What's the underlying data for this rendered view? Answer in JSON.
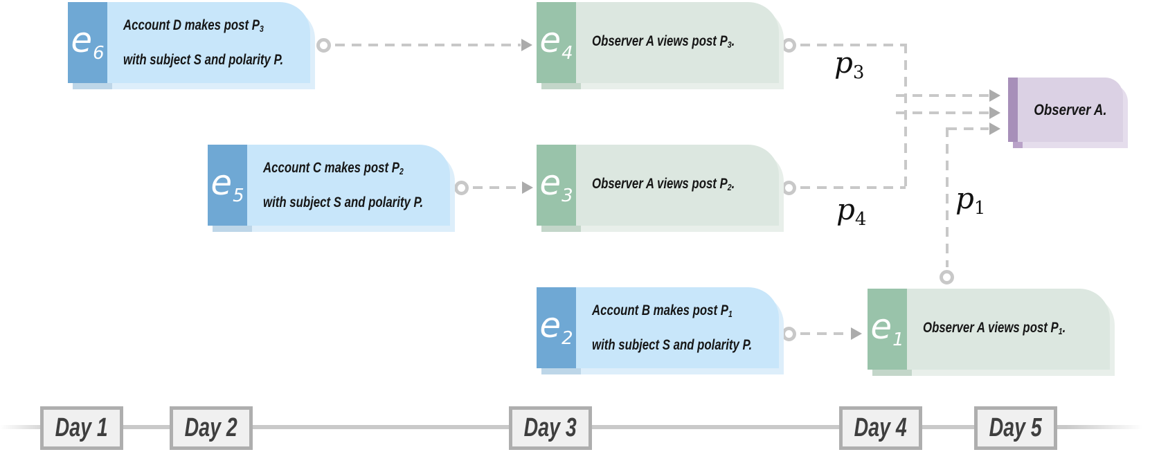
{
  "cards": {
    "e6": {
      "id_base": "e",
      "id_sub": "6",
      "line1_pre": "Account D makes post P",
      "line1_sub": "3",
      "line2": "with subject S and polarity P."
    },
    "e5": {
      "id_base": "e",
      "id_sub": "5",
      "line1_pre": "Account C makes post P",
      "line1_sub": "2",
      "line2": "with subject S and polarity P."
    },
    "e2": {
      "id_base": "e",
      "id_sub": "2",
      "line1_pre": "Account B makes post P",
      "line1_sub": "1",
      "line2": "with subject S and polarity P."
    },
    "e4": {
      "id_base": "e",
      "id_sub": "4",
      "line_pre": "Observer A views post P",
      "line_sub": "3",
      "line_post": "."
    },
    "e3": {
      "id_base": "e",
      "id_sub": "3",
      "line_pre": "Observer A views post P",
      "line_sub": "2",
      "line_post": "."
    },
    "e1": {
      "id_base": "e",
      "id_sub": "1",
      "line_pre": "Observer A views post P",
      "line_sub": "1",
      "line_post": "."
    }
  },
  "observer": {
    "label": "Observer A."
  },
  "edge_labels": {
    "p3": {
      "base": "p",
      "sub": "3"
    },
    "p4": {
      "base": "p",
      "sub": "4"
    },
    "p1": {
      "base": "p",
      "sub": "1"
    }
  },
  "timeline": {
    "days": [
      "Day 1",
      "Day 2",
      "Day 3",
      "Day 4",
      "Day 5"
    ]
  },
  "colors": {
    "maker_tab": "#6FA8D4",
    "maker_body": "#C8E6FA",
    "viewer_tab": "#99C3AA",
    "viewer_body": "#DCE7E0",
    "observer_tab": "#A78FB9",
    "observer_body": "#DBD1E4",
    "connector": "#C8C8C8",
    "arrowhead": "#ABABAB",
    "day_box_bg": "#F0F0F0",
    "day_box_border": "#AEAEAE",
    "day_text": "#3E3E3E",
    "timeline_line": "#C9C9C9",
    "card_text": "#161616"
  }
}
